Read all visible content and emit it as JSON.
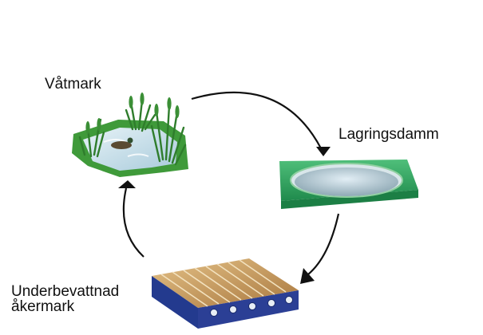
{
  "diagram": {
    "labels": {
      "wetland": "Våtmark",
      "storage_pond": "Lagringsdamm",
      "irrigated_field": "Underbevattnad åkermark"
    },
    "cycle_order": [
      "Våtmark",
      "Lagringsdamm",
      "Underbevattnad åkermark"
    ],
    "icons": {
      "wetland": "wetland-icon",
      "storage_pond": "storage-pond-icon",
      "irrigated_field": "subirrigated-field-icon"
    },
    "colors": {
      "grass_green": "#3f9a3a",
      "pond_green": "#2f9a5c",
      "water_blue": "#cfe4ef",
      "field_blue": "#2b3f95",
      "field_soil": "#c79a5a",
      "arrow": "#111111"
    }
  }
}
